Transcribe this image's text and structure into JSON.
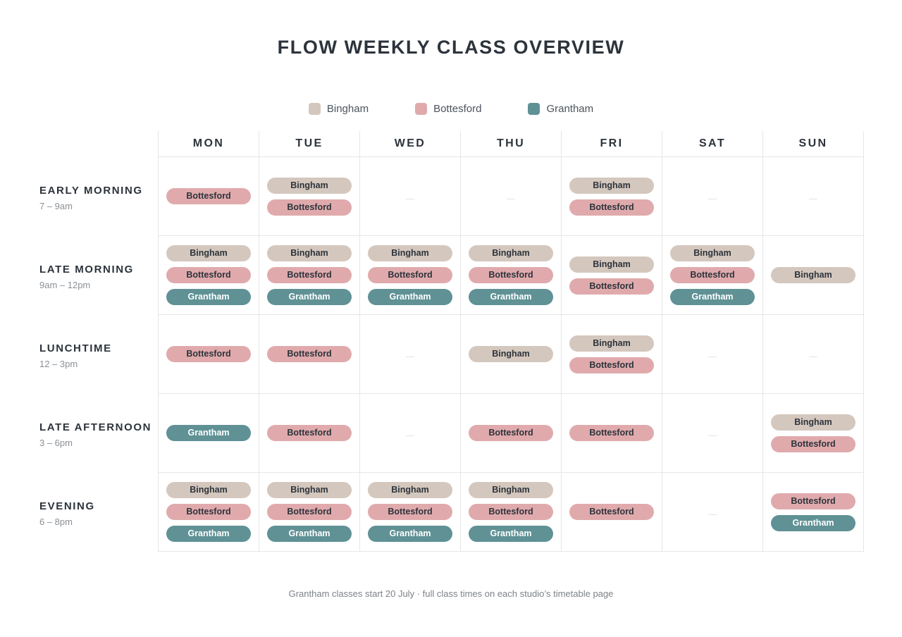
{
  "title": "FLOW WEEKLY CLASS OVERVIEW",
  "legend": [
    {
      "label": "Bingham",
      "color": "#d4c7bd"
    },
    {
      "label": "Bottesford",
      "color": "#e0aaac"
    },
    {
      "label": "Grantham",
      "color": "#5f9195"
    }
  ],
  "days": [
    "MON",
    "TUE",
    "WED",
    "THU",
    "FRI",
    "SAT",
    "SUN"
  ],
  "studios": {
    "Bingham": {
      "class": "bingham"
    },
    "Bottesford": {
      "class": "bottesford"
    },
    "Grantham": {
      "class": "grantham"
    }
  },
  "rows": [
    {
      "name": "EARLY MORNING",
      "time": "7 – 9am",
      "cells": [
        [
          "Bottesford"
        ],
        [
          "Bingham",
          "Bottesford"
        ],
        [],
        [],
        [
          "Bingham",
          "Bottesford"
        ],
        [],
        []
      ]
    },
    {
      "name": "LATE MORNING",
      "time": "9am – 12pm",
      "cells": [
        [
          "Bingham",
          "Bottesford",
          "Grantham"
        ],
        [
          "Bingham",
          "Bottesford",
          "Grantham"
        ],
        [
          "Bingham",
          "Bottesford",
          "Grantham"
        ],
        [
          "Bingham",
          "Bottesford",
          "Grantham"
        ],
        [
          "Bingham",
          "Bottesford"
        ],
        [
          "Bingham",
          "Bottesford",
          "Grantham"
        ],
        [
          "Bingham"
        ]
      ]
    },
    {
      "name": "LUNCHTIME",
      "time": "12 – 3pm",
      "cells": [
        [
          "Bottesford"
        ],
        [
          "Bottesford"
        ],
        [],
        [
          "Bingham"
        ],
        [
          "Bingham",
          "Bottesford"
        ],
        [],
        []
      ]
    },
    {
      "name": "LATE AFTERNOON",
      "time": "3 – 6pm",
      "cells": [
        [
          "Grantham"
        ],
        [
          "Bottesford"
        ],
        [],
        [
          "Bottesford"
        ],
        [
          "Bottesford"
        ],
        [],
        [
          "Bingham",
          "Bottesford"
        ]
      ]
    },
    {
      "name": "EVENING",
      "time": "6 – 8pm",
      "cells": [
        [
          "Bingham",
          "Bottesford",
          "Grantham"
        ],
        [
          "Bingham",
          "Bottesford",
          "Grantham"
        ],
        [
          "Bingham",
          "Bottesford",
          "Grantham"
        ],
        [
          "Bingham",
          "Bottesford",
          "Grantham"
        ],
        [
          "Bottesford"
        ],
        [],
        [
          "Bottesford",
          "Grantham"
        ]
      ]
    }
  ],
  "footnote": "Grantham classes start 20 July · full class times on each studio’s timetable page"
}
